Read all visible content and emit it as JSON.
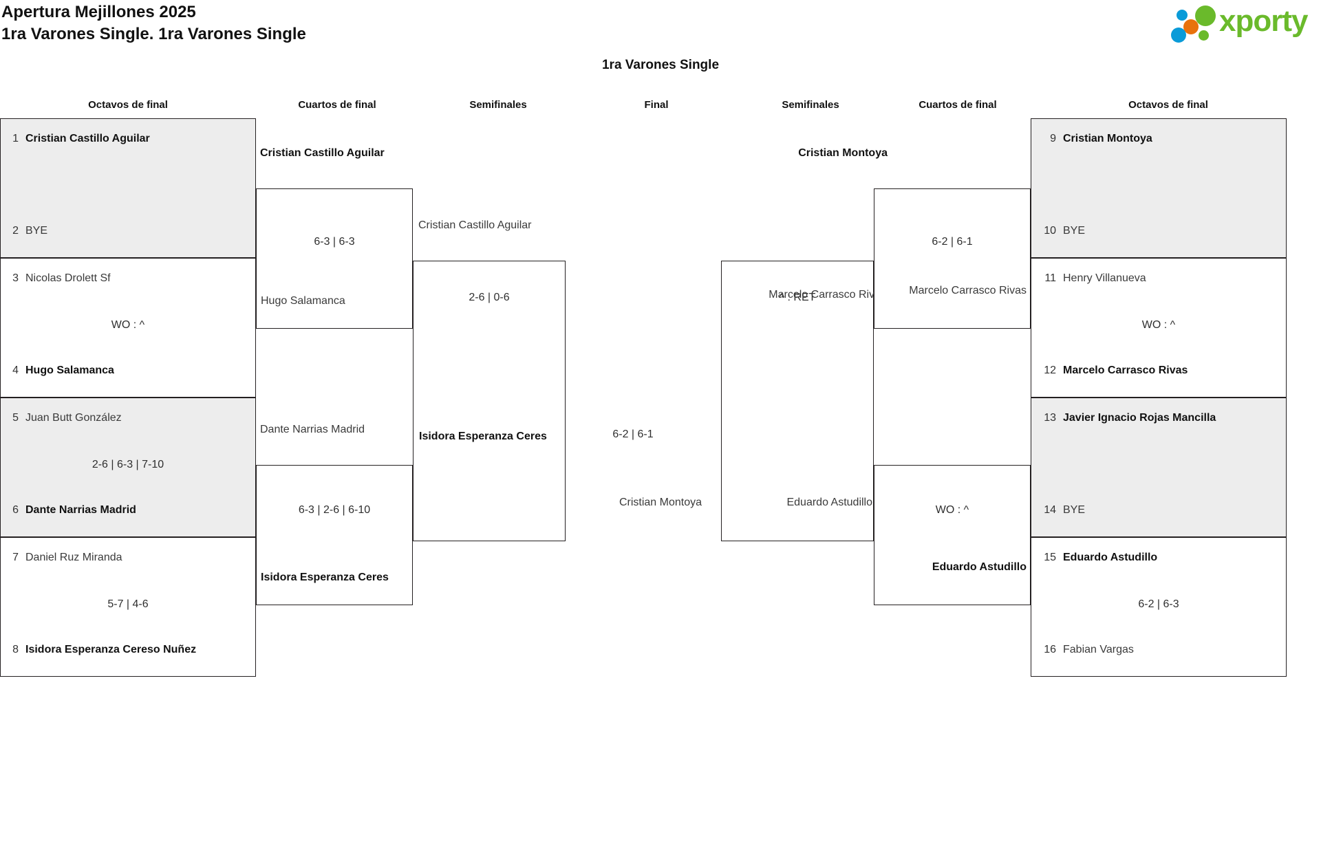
{
  "header": {
    "tournament": "Apertura Mejillones 2025",
    "category": "1ra Varones Single. 1ra Varones Single",
    "logo_text": "xporty",
    "logo_colors": {
      "green": "#6aba2b",
      "blue": "#0a9bd8",
      "orange": "#e8720c"
    }
  },
  "bracket_title": "1ra Varones Single",
  "round_headers": {
    "left_r16": "Octavos de final",
    "left_qf": "Cuartos de final",
    "left_sf": "Semifinales",
    "final": "Final",
    "right_sf": "Semifinales",
    "right_qf": "Cuartos de final",
    "right_r16": "Octavos de final"
  },
  "left": {
    "round16": [
      {
        "top_seed": "1",
        "top_name": "Cristian Castillo Aguilar",
        "top_result": "win",
        "bottom_seed": "2",
        "bottom_name": "BYE",
        "bottom_result": "lose",
        "score": "",
        "shaded": true
      },
      {
        "top_seed": "3",
        "top_name": "Nicolas Drolett Sf",
        "top_result": "lose",
        "bottom_seed": "4",
        "bottom_name": "Hugo Salamanca",
        "bottom_result": "win",
        "score": "WO : ^",
        "shaded": false
      },
      {
        "top_seed": "5",
        "top_name": "Juan Butt González",
        "top_result": "lose",
        "bottom_seed": "6",
        "bottom_name": "Dante Narrias Madrid",
        "bottom_result": "win",
        "score": "2-6 | 6-3 | 7-10",
        "shaded": true
      },
      {
        "top_seed": "7",
        "top_name": "Daniel Ruz Miranda",
        "top_result": "lose",
        "bottom_seed": "8",
        "bottom_name": "Isidora Esperanza Cereso Nuñez",
        "bottom_result": "win",
        "score": "5-7 | 4-6",
        "shaded": false
      }
    ],
    "quarterfinals": [
      {
        "top_name": "Cristian Castillo Aguilar",
        "top_result": "win",
        "bottom_name": "Hugo Salamanca",
        "bottom_result": "lose",
        "score": "6-3 | 6-3"
      },
      {
        "top_name": "Dante Narrias Madrid",
        "top_result": "lose",
        "bottom_name": "Isidora Esperanza Ceres",
        "bottom_result": "win",
        "score": "6-3 | 2-6 | 6-10"
      }
    ],
    "semifinal": {
      "top_name": "Cristian Castillo Aguilar",
      "top_result": "lose",
      "bottom_name": "Isidora Esperanza Ceres",
      "bottom_result": "win",
      "score": "2-6 | 0-6"
    }
  },
  "final": {
    "left_name": "Cristian Montoya",
    "left_result": "lose",
    "score": "6-2 | 6-1"
  },
  "right": {
    "semifinal": {
      "top_name": "Marcelo Carrasco Rivas",
      "top_result": "lose",
      "bottom_name": "Eduardo Astudillo",
      "bottom_result": "lose",
      "score": "^ : RET"
    },
    "quarterfinals": [
      {
        "top_name": "Cristian Montoya",
        "top_result": "win",
        "bottom_name": "Marcelo Carrasco Rivas",
        "bottom_result": "lose",
        "score": "6-2 | 6-1"
      },
      {
        "top_name": "WO : ^",
        "bottom_name": "Eduardo Astudillo",
        "bottom_result": "win",
        "score": "WO : ^"
      }
    ],
    "round16": [
      {
        "top_seed": "9",
        "top_name": "Cristian Montoya",
        "top_result": "win",
        "bottom_seed": "10",
        "bottom_name": "BYE",
        "bottom_result": "lose",
        "score": "",
        "shaded": true
      },
      {
        "top_seed": "11",
        "top_name": "Henry Villanueva",
        "top_result": "lose",
        "bottom_seed": "12",
        "bottom_name": "Marcelo Carrasco Rivas",
        "bottom_result": "win",
        "score": "WO : ^",
        "shaded": false
      },
      {
        "top_seed": "13",
        "top_name": "Javier Ignacio Rojas Mancilla",
        "top_result": "win",
        "bottom_seed": "14",
        "bottom_name": "BYE",
        "bottom_result": "lose",
        "score": "",
        "shaded": true
      },
      {
        "top_seed": "15",
        "top_name": "Eduardo Astudillo",
        "top_result": "win",
        "bottom_seed": "16",
        "bottom_name": "Fabian Vargas",
        "bottom_result": "lose",
        "score": "6-2 | 6-3",
        "shaded": false
      }
    ]
  },
  "semifinal_labels": {
    "left_winner": "Isidora Esperanza Ceres",
    "final_left": "Cristian Montoya",
    "right_sf_bottom": "Eduardo Astudillo",
    "right_qf_bottom_winner": "Eduardo Astudillo"
  }
}
